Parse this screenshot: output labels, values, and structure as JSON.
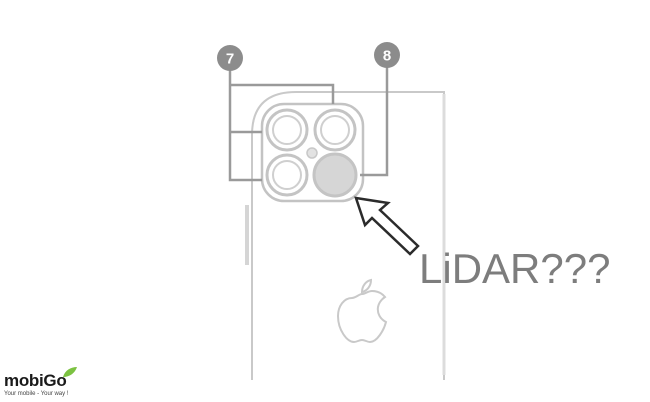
{
  "callouts": [
    {
      "number": "7",
      "badge_color": "#8c8c8c"
    },
    {
      "number": "8",
      "badge_color": "#8c8c8c"
    }
  ],
  "annotation": {
    "text": "LiDAR???",
    "color": "#7d7d7d"
  },
  "logo": {
    "brand": "mobiGo",
    "brand_prefix": "mobi",
    "brand_suffix": "Go",
    "tagline": "Your mobile - Your way !",
    "leaf_color": "#7cc242"
  },
  "icons": {
    "phone_outline": "phone-outline-icon",
    "apple_logo": "apple-logo-icon",
    "arrow": "arrow-icon"
  },
  "colors": {
    "line": "#bdbdbd",
    "lens": "#c8c8c8",
    "leader": "#9a9a9a"
  }
}
